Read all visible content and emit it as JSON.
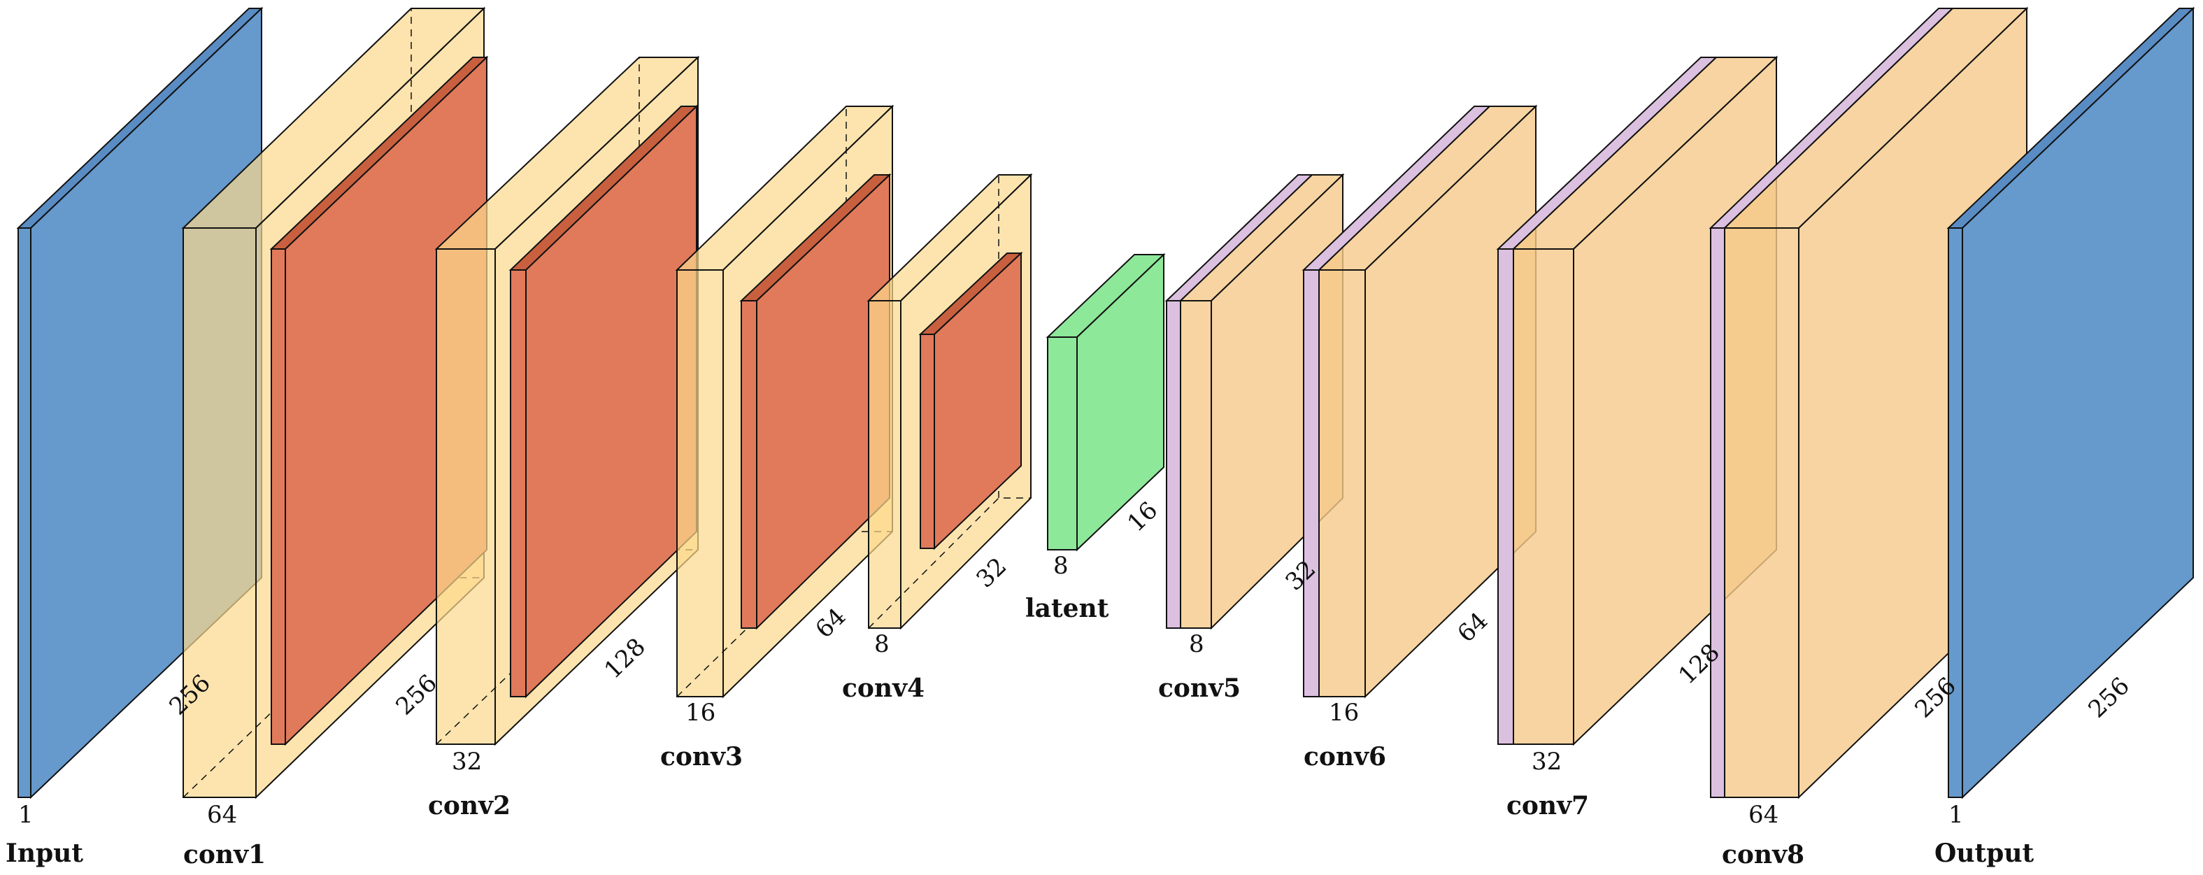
{
  "colors": {
    "input": "#6699cc",
    "conv_block": "#fcd98c",
    "pool": "#e07a5a",
    "latent": "#8ee89a",
    "upsample": "#dcc0e0",
    "output": "#6699cc",
    "edge": "#111111"
  },
  "layers": [
    {
      "id": "input",
      "name": "Input",
      "width_label": "1",
      "size_label": "256"
    },
    {
      "id": "conv1",
      "name": "conv1",
      "width_label": "64",
      "size_label": "256"
    },
    {
      "id": "conv2",
      "name": "conv2",
      "width_label": "32",
      "size_label": "128"
    },
    {
      "id": "conv3",
      "name": "conv3",
      "width_label": "16",
      "size_label": "64"
    },
    {
      "id": "conv4",
      "name": "conv4",
      "width_label": "8",
      "size_label": "32"
    },
    {
      "id": "latent",
      "name": "latent",
      "width_label": "8",
      "size_label": "16"
    },
    {
      "id": "conv5",
      "name": "conv5",
      "width_label": "8",
      "size_label": "32"
    },
    {
      "id": "conv6",
      "name": "conv6",
      "width_label": "16",
      "size_label": "64"
    },
    {
      "id": "conv7",
      "name": "conv7",
      "width_label": "32",
      "size_label": "128"
    },
    {
      "id": "conv8",
      "name": "conv8",
      "width_label": "64",
      "size_label": "256"
    },
    {
      "id": "output",
      "name": "Output",
      "width_label": "1",
      "size_label": "256"
    }
  ]
}
